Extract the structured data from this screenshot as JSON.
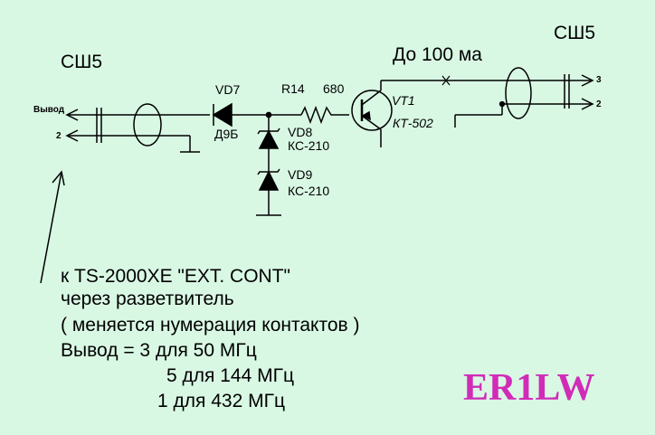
{
  "connectors": {
    "left": {
      "name": "СШ5",
      "pin_output": "Вывод",
      "pin_ground": "2"
    },
    "right": {
      "name": "СШ5",
      "pin_top": "3",
      "pin_bottom": "2"
    }
  },
  "components": {
    "vd7": {
      "ref": "VD7",
      "type": "Д9Б"
    },
    "r14": {
      "ref": "R14",
      "value": "680"
    },
    "vd8": {
      "ref": "VD8",
      "type": "КС-210"
    },
    "vd9": {
      "ref": "VD9",
      "type": "КС-210"
    },
    "vt1": {
      "ref": "VT1",
      "type": "КТ-502"
    }
  },
  "current_note": "До 100 ма",
  "notes": [
    "к TS-2000XE \"EXT. CONT\"",
    "через разветвитель",
    "(  меняется нумерация контактов )",
    "Вывод = 3 для 50 МГц",
    "5 для 144 МГц",
    "1 для 432 МГц"
  ],
  "author": "ER1LW",
  "colors": {
    "background": "#d9f8e4",
    "ink": "#000000",
    "author": "#d12bb8"
  }
}
